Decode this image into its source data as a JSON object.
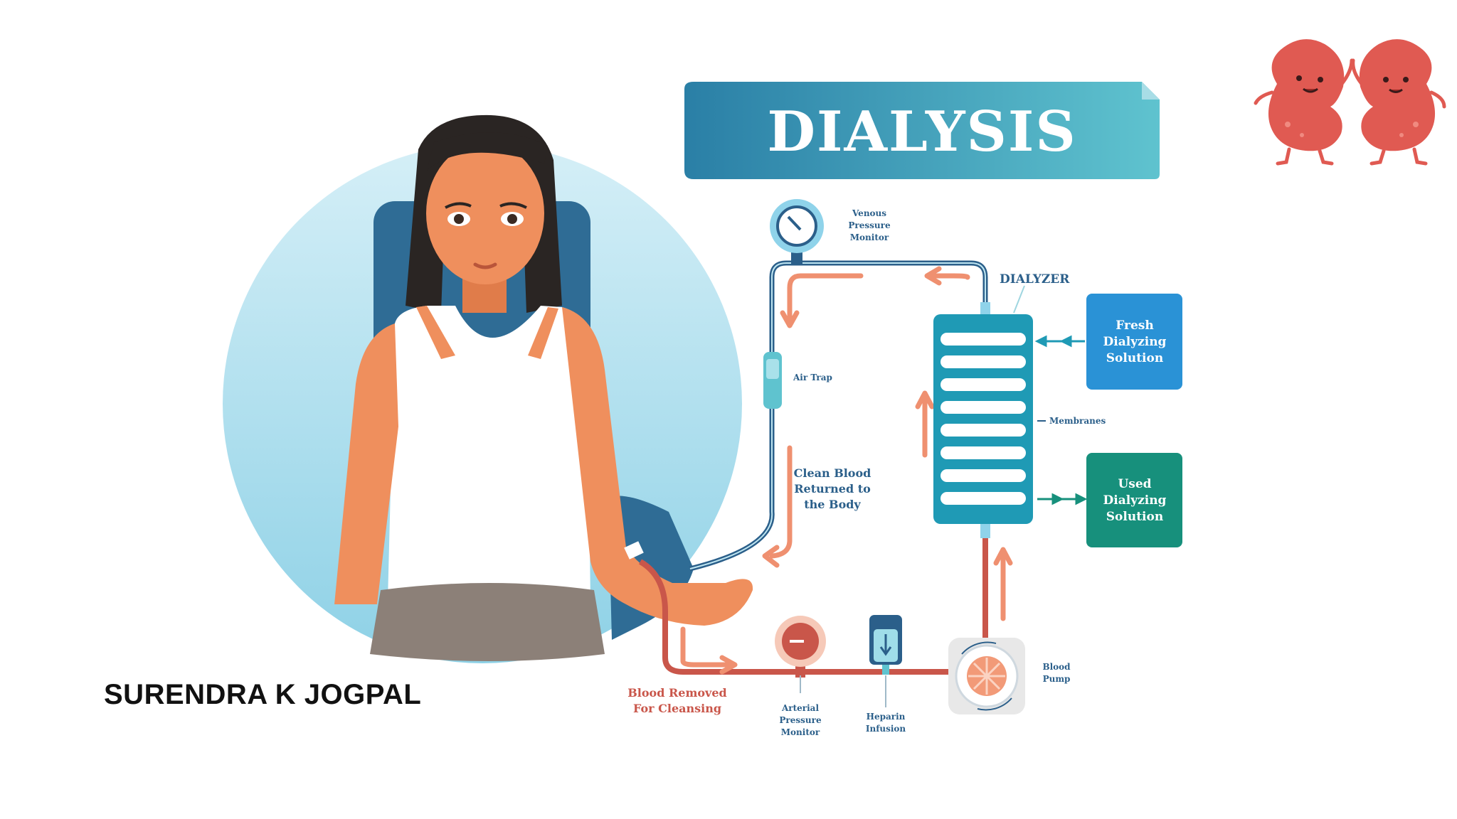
{
  "title": "DIALYSIS",
  "labels": {
    "venous_monitor": [
      "Venous",
      "Pressure",
      "Monitor"
    ],
    "dialyzer": "DIALYZER",
    "fresh_solution": [
      "Fresh",
      "Dialyzing",
      "Solution"
    ],
    "used_solution": [
      "Used",
      "Dialyzing",
      "Solution"
    ],
    "membranes": "Membranes",
    "air_trap": "Air Trap",
    "clean_blood": [
      "Clean Blood",
      "Returned to",
      "the Body"
    ],
    "blood_removed": [
      "Blood Removed",
      "For Cleansing"
    ],
    "arterial_monitor": [
      "Arterial",
      "Pressure",
      "Monitor"
    ],
    "heparin": [
      "Heparin",
      "Infusion"
    ],
    "blood_pump": [
      "Blood",
      "Pump"
    ]
  },
  "author": "SURENDRA K JOGPAL",
  "colors": {
    "dark_blue": "#2b5f8a",
    "light_blue": "#bfe6f2",
    "teal": "#25a0b5",
    "fresh_box": "#2a92d6",
    "used_box": "#17907c",
    "blood_red": "#c9564a",
    "arrow_salmon": "#ef9070",
    "skin": "#ef8f5d",
    "kidney": "#e05a52"
  },
  "icons": [
    "kidney-icon",
    "kidney-icon"
  ]
}
